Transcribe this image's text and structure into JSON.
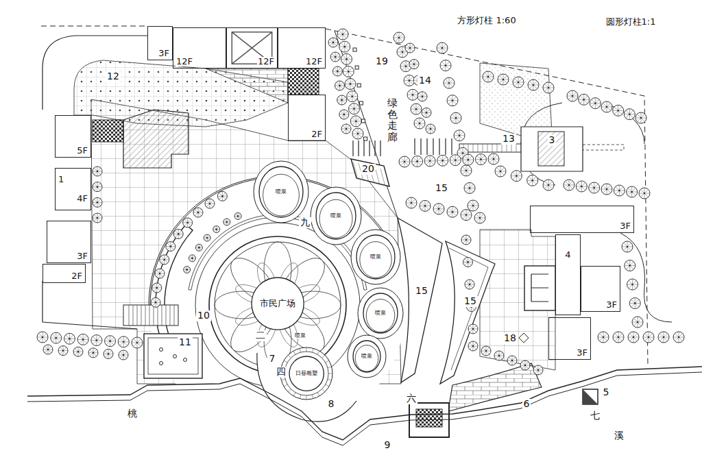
{
  "diagram": {
    "nodes": [
      {
        "text": [
          "3F"
        ]
      },
      {
        "text": [
          "12F"
        ]
      },
      {
        "text": [
          "12F"
        ]
      },
      {
        "text": [
          "12F"
        ]
      },
      {
        "text": [
          "2F"
        ]
      },
      {
        "text": [
          "5F"
        ]
      },
      {
        "text": [
          "1",
          "4F"
        ]
      },
      {
        "text": [
          "3F"
        ]
      },
      {
        "text": [
          "2F"
        ]
      },
      {
        "text": [
          "3F"
        ]
      },
      {
        "text": [
          "3F"
        ]
      },
      {
        "text": [
          "3F"
        ]
      },
      {
        "text": [
          "喷泉"
        ]
      },
      {
        "text": [
          "喷泉"
        ]
      },
      {
        "text": [
          "喷泉"
        ]
      },
      {
        "text": [
          "喷泉"
        ]
      },
      {
        "text": [
          "喷泉"
        ]
      },
      {
        "text": [
          "市民广场"
        ]
      },
      {
        "text": [
          "日晷雕塑"
        ]
      },
      {
        "text": [
          "4"
        ]
      }
    ],
    "labels": [
      "方形灯柱 1:60",
      "圆形灯柱1:1",
      "12",
      "19",
      "绿色走廊",
      "14",
      "13",
      "3",
      "20",
      "15",
      "九",
      "15",
      "15",
      "10",
      "11",
      "二",
      "喷泉",
      "7",
      "四",
      "8",
      "六",
      "9",
      "18",
      "6",
      "5",
      "七",
      "桃",
      "溪"
    ]
  }
}
